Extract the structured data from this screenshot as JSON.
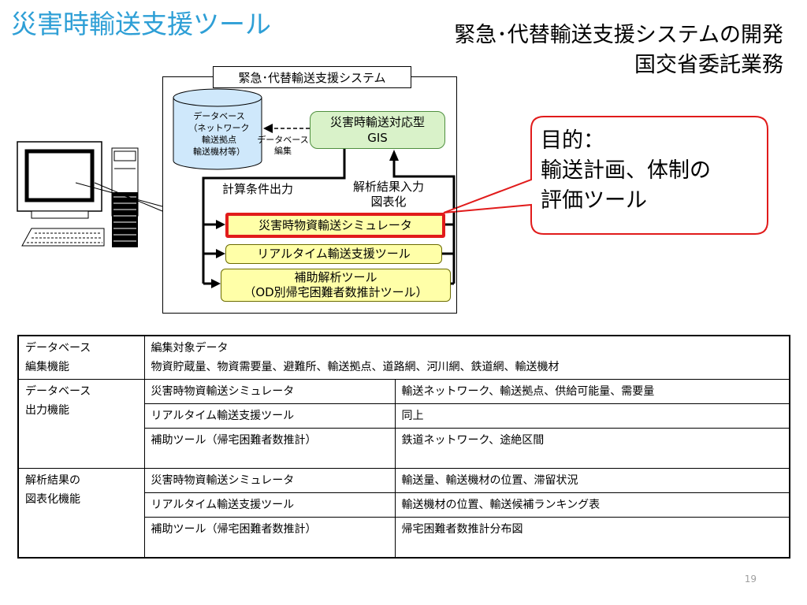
{
  "title": "災害時輸送支援ツール",
  "subtitle": {
    "line1": "緊急･代替輸送支援システムの開発",
    "line2": "国交省委託業務"
  },
  "diagram": {
    "system_label": "緊急･代替輸送支援システム",
    "database": {
      "line1": "データベース",
      "line2": "（ネットワーク",
      "line3": "輸送拠点",
      "line4": "輸送機材等）"
    },
    "db_edit": {
      "line1": "データベース",
      "line2": "編集"
    },
    "gis": {
      "line1": "災害時輸送対応型",
      "line2": "GIS"
    },
    "calc_output": "計算条件出力",
    "analysis": {
      "line1": "解析結果入力",
      "line2": "図表化"
    },
    "tools": {
      "simulator": "災害時物資輸送シミュレータ",
      "realtime": "リアルタイム輸送支援ツール",
      "aux_line1": "補助解析ツール",
      "aux_line2": "（OD別帰宅困難者数推計ツール）"
    }
  },
  "callout": {
    "line1": "目的：",
    "line2": "輸送計画、体制の",
    "line3": "評価ツール"
  },
  "table": {
    "r1_label": "データベース\n編集機能",
    "r1_line1": "編集対象データ",
    "r1_line2": "物資貯蔵量、物資需要量、避難所、輸送拠点、道路網、河川網、鉄道網、輸送機材",
    "r2_label": "データベース\n出力機能",
    "r2_rows": [
      {
        "tool": "災害時物資輸送シミュレータ",
        "desc": "輸送ネットワーク、輸送拠点、供給可能量、需要量"
      },
      {
        "tool": "リアルタイム輸送支援ツール",
        "desc": "同上"
      },
      {
        "tool": "補助ツール（帰宅困難者数推計）",
        "desc": "鉄道ネットワーク、途絶区間"
      }
    ],
    "r3_label": "解析結果の\n図表化機能",
    "r3_rows": [
      {
        "tool": "災害時物資輸送シミュレータ",
        "desc": "輸送量、輸送機材の位置、滞留状況"
      },
      {
        "tool": "リアルタイム輸送支援ツール",
        "desc": "輸送機材の位置、輸送候補ランキング表"
      },
      {
        "tool": "補助ツール（帰宅困難者数推計）",
        "desc": "帰宅困難者数推計分布図"
      }
    ]
  },
  "page_number": "19"
}
